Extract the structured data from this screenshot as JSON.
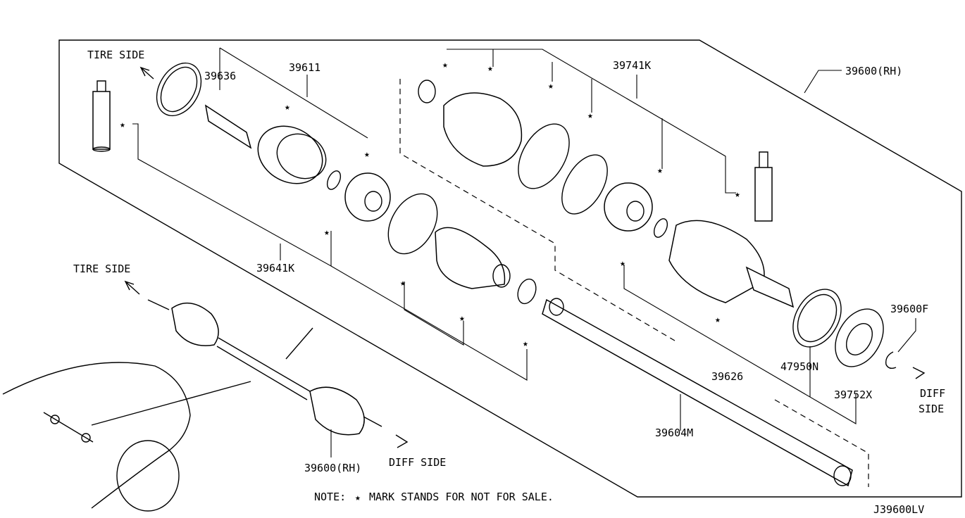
{
  "diagram_code": "J39600LV",
  "note": {
    "prefix": "NOTE:",
    "star": "★",
    "text": "MARK STANDS FOR NOT FOR SALE."
  },
  "direction_labels": {
    "tire_side_upper": "TIRE SIDE",
    "tire_side_lower": "TIRE SIDE",
    "diff_side_right_line1": "DIFF",
    "diff_side_right_line2": "SIDE",
    "diff_side_lower": "DIFF SIDE"
  },
  "part_numbers": {
    "p39636": "39636",
    "p39611": "39611",
    "p39741K": "39741K",
    "p39600RH_top": "39600(RH)",
    "p39641K": "39641K",
    "p39600F": "39600F",
    "p47950N": "47950N",
    "p39626": "39626",
    "p39752X": "39752X",
    "p39604M": "39604M",
    "p39600RH_bottom": "39600(RH)"
  },
  "star_mark": "★"
}
